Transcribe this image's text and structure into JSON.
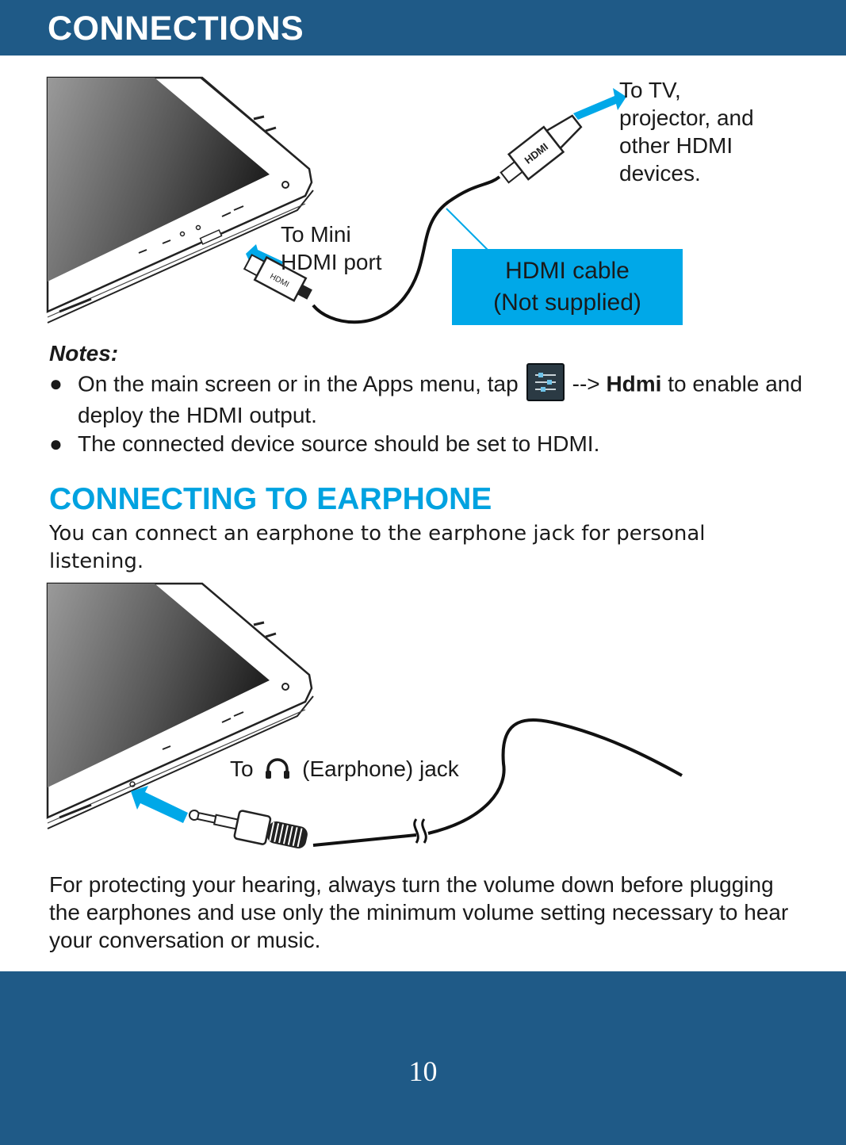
{
  "header": {
    "title": "CONNECTIONS"
  },
  "hdmi_figure": {
    "to_tv_lines": [
      "To TV,",
      "projector, and",
      "other HDMI",
      "devices."
    ],
    "to_mini_lines": [
      "To Mini",
      "HDMI port"
    ],
    "cable_callout_lines": [
      "HDMI cable",
      "(Not supplied)"
    ],
    "connector_label": "HDMI",
    "accent_color": "#00a8e8"
  },
  "notes": {
    "title": "Notes:",
    "bullet": "●",
    "item1_before": "On the main screen or in the Apps menu, tap",
    "item1_arrow": "-->",
    "item1_bold": "Hdmi",
    "item1_after": "to enable and deploy the HDMI output.",
    "item1_icon": "settings-sliders-icon",
    "item2": "The connected device source should be set to HDMI."
  },
  "earphone_section": {
    "title": "CONNECTING TO EARPHONE",
    "intro": "You can connect an earphone to the earphone jack for personal listening.",
    "jack_label_before": "To",
    "jack_icon": "headphone-icon",
    "jack_label_after": "(Earphone) jack"
  },
  "warning": "For protecting your hearing, always turn the volume down before plugging the earphones and use only the minimum volume setting necessary to hear your conversation or music.",
  "footer": {
    "page_number": "10"
  },
  "colors": {
    "brand_blue": "#1f5a87",
    "accent_cyan": "#00a2e0"
  }
}
